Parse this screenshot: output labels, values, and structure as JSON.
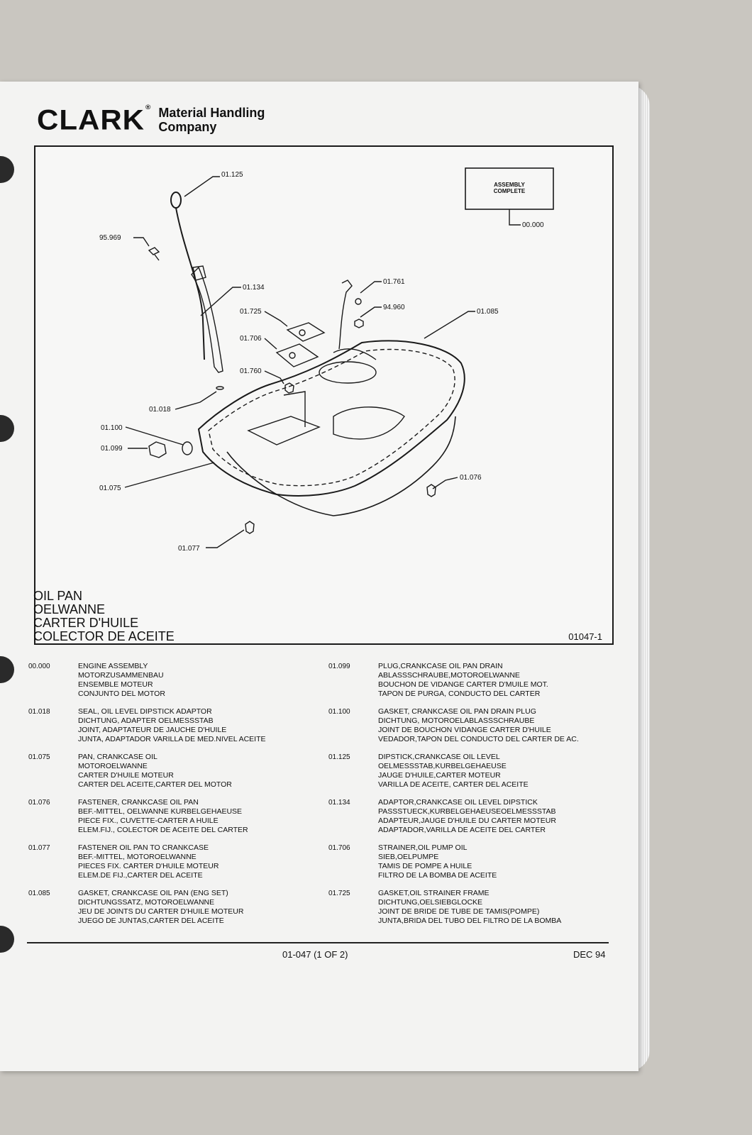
{
  "header": {
    "logo": "CLARK",
    "logo_mark": "®",
    "company_line1": "Material Handling",
    "company_line2": "Company"
  },
  "figure": {
    "assembly_box": [
      "ASSEMBLY",
      "COMPLETE"
    ],
    "callouts": [
      "01.125",
      "95.969",
      "01.134",
      "01.761",
      "94.960",
      "01.085",
      "01.725",
      "01.706",
      "01.760",
      "01.018",
      "01.100",
      "01.099",
      "01.075",
      "01.076",
      "01.077",
      "00.000"
    ],
    "title_lines": [
      "OIL PAN",
      "OELWANNE",
      "CARTER D'HUILE",
      "COLECTOR DE ACEITE"
    ],
    "figure_number": "01047-1"
  },
  "parts_left": [
    {
      "no": "00.000",
      "desc": [
        "ENGINE ASSEMBLY",
        "MOTORZUSAMMENBAU",
        "ENSEMBLE MOTEUR",
        "CONJUNTO DEL MOTOR"
      ]
    },
    {
      "no": "01.018",
      "desc": [
        "SEAL, OIL LEVEL DIPSTICK ADAPTOR",
        "DICHTUNG, ADAPTER OELMESSSTAB",
        "JOINT, ADAPTATEUR DE JAUCHE D'HUILE",
        "JUNTA, ADAPTADOR VARILLA DE MED.NIVEL ACEITE"
      ]
    },
    {
      "no": "01.075",
      "desc": [
        "PAN, CRANKCASE OIL",
        "MOTOROELWANNE",
        "CARTER D'HUILE MOTEUR",
        "CARTER DEL ACEITE,CARTER DEL MOTOR"
      ]
    },
    {
      "no": "01.076",
      "desc": [
        "FASTENER, CRANKCASE OIL PAN",
        "BEF.-MITTEL, OELWANNE KURBELGEHAEUSE",
        "PIECE FIX., CUVETTE-CARTER A HUILE",
        "ELEM.FIJ., COLECTOR DE ACEITE DEL CARTER"
      ]
    },
    {
      "no": "01.077",
      "desc": [
        "FASTENER OIL PAN TO CRANKCASE",
        "BEF.-MITTEL, MOTOROELWANNE",
        "PIECES FIX. CARTER D'HUILE MOTEUR",
        "ELEM.DE FIJ.,CARTER DEL ACEITE"
      ]
    },
    {
      "no": "01.085",
      "desc": [
        "GASKET, CRANKCASE OIL PAN (ENG SET)",
        "DICHTUNGSSATZ, MOTOROELWANNE",
        "JEU DE JOINTS DU CARTER D'HUILE MOTEUR",
        "JUEGO DE JUNTAS,CARTER DEL ACEITE"
      ]
    }
  ],
  "parts_right": [
    {
      "no": "01.099",
      "desc": [
        "PLUG,CRANKCASE OIL PAN DRAIN",
        "ABLASSSCHRAUBE,MOTOROELWANNE",
        "BOUCHON DE VIDANGE CARTER D'MUILE MOT.",
        "TAPON DE PURGA, CONDUCTO DEL CARTER"
      ]
    },
    {
      "no": "01.100",
      "desc": [
        "GASKET, CRANKCASE OIL PAN DRAIN PLUG",
        "DICHTUNG, MOTOROELABLASSSCHRAUBE",
        "JOINT DE BOUCHON VIDANGE CARTER D'HUILE",
        "VEDADOR,TAPON DEL CONDUCTO DEL CARTER DE AC."
      ]
    },
    {
      "no": "01.125",
      "desc": [
        "DIPSTICK,CRANKCASE OIL LEVEL",
        "OELMESSSTAB,KURBELGEHAEUSE",
        "JAUGE D'HUILE,CARTER MOTEUR",
        "VARILLA DE ACEITE, CARTER DEL ACEITE"
      ]
    },
    {
      "no": "01.134",
      "desc": [
        "ADAPTOR,CRANKCASE OIL LEVEL DIPSTICK",
        "PASSSTUECK,KURBELGEHAEUSEOELMESSSTAB",
        "ADAPTEUR,JAUGE D'HUILE DU CARTER MOTEUR",
        "ADAPTADOR,VARILLA DE ACEITE DEL CARTER"
      ]
    },
    {
      "no": "01.706",
      "desc": [
        "STRAINER,OIL PUMP OIL",
        "SIEB,OELPUMPE",
        "TAMIS DE POMPE A HUILE",
        "FILTRO DE LA BOMBA DE ACEITE"
      ]
    },
    {
      "no": "01.725",
      "desc": [
        "GASKET,OIL STRAINER FRAME",
        "DICHTUNG,OELSIEBGLOCKE",
        "JOINT DE BRIDE DE TUBE DE TAMIS(POMPE)",
        "JUNTA,BRIDA DEL TUBO DEL FILTRO DE LA BOMBA"
      ]
    }
  ],
  "footer": {
    "page_ref": "01-047 (1 OF 2)",
    "date": "DEC 94"
  }
}
